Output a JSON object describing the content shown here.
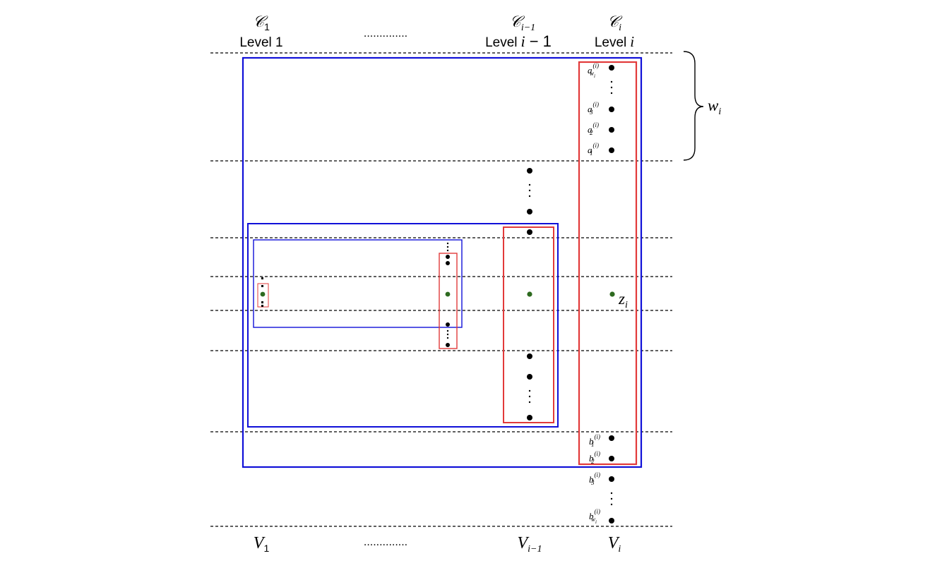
{
  "columns": {
    "c1": {
      "class_label": "𝒞",
      "class_sub": "1",
      "level_label": "Level 1"
    },
    "c_prev": {
      "class_label": "𝒞",
      "class_sub": "i−1",
      "level_word": "Level",
      "level_var": "i",
      "level_suffix": " − 1"
    },
    "c_i": {
      "class_label": "𝒞",
      "class_sub": "i",
      "level_word": "Level",
      "level_var": "i"
    },
    "top_ellipsis": ".............."
  },
  "bottom": {
    "v1_main": "V",
    "v1_sub": "1",
    "v_prev_main": "V",
    "v_prev_sub": "i−1",
    "v_i_main": "V",
    "v_i_sub": "i",
    "ellipsis": ".............."
  },
  "width_brace": {
    "main": "w",
    "sub": "i"
  },
  "center_vertex": {
    "main": "z",
    "sub": "i"
  },
  "upper_vertices": [
    {
      "base": "a",
      "sup": "(i)",
      "sub": "w",
      "subsub": "i"
    },
    {
      "base": "a",
      "sup": "(i)",
      "sub": "3"
    },
    {
      "base": "a",
      "sup": "(i)",
      "sub": "2"
    },
    {
      "base": "a",
      "sup": "(i)",
      "sub": "1"
    }
  ],
  "lower_vertices": [
    {
      "base": "b",
      "sup": "(i)",
      "sub": "1"
    },
    {
      "base": "b",
      "sup": "(i)",
      "sub": "2"
    },
    {
      "base": "b",
      "sup": "(i)",
      "sub": "3"
    },
    {
      "base": "b",
      "sup": "(i)",
      "sub": "w",
      "subsub": "i"
    }
  ],
  "colors": {
    "blue_box": "#1010d8",
    "red_box": "#e23a3a",
    "dot_black": "#000000",
    "dot_green": "#2d6a1f",
    "dashed_line": "#000000"
  }
}
